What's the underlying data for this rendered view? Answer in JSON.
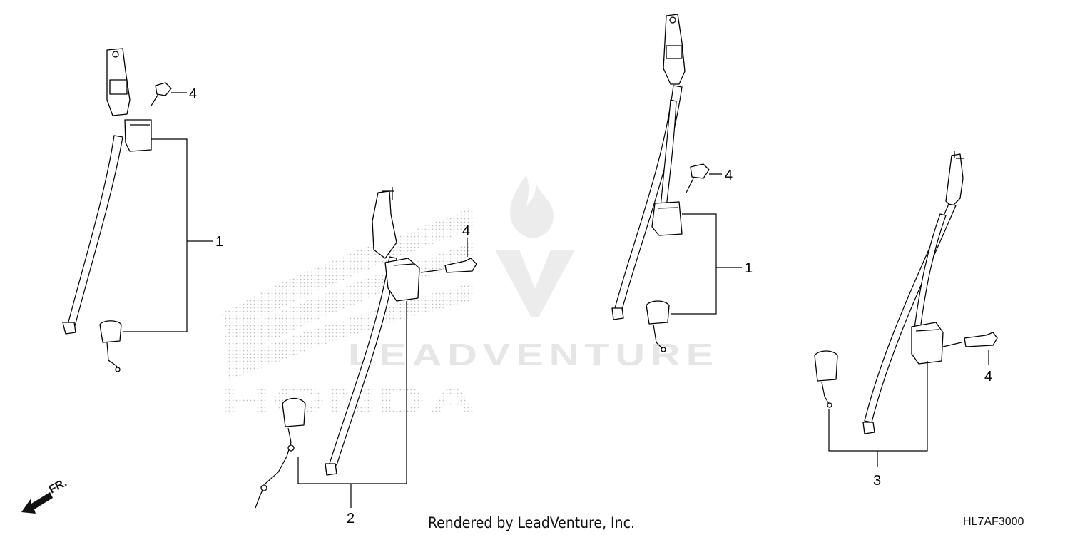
{
  "diagram": {
    "callouts": {
      "c1_left": "1",
      "c4_left": "4",
      "c2": "2",
      "c4_center": "4",
      "c4_right_upper": "4",
      "c1_right": "1",
      "c4_far_right": "4",
      "c3": "3"
    },
    "direction_indicator": "FR.",
    "watermark_text": "LEADVENTURE",
    "background_logo_text": "HONDA",
    "credit": "Rendered by LeadVenture, Inc.",
    "diagram_code": "HL7AF3000"
  },
  "colors": {
    "line": "#000000",
    "watermark": "#e6e6e6",
    "stipple": "#bfbfbf"
  }
}
